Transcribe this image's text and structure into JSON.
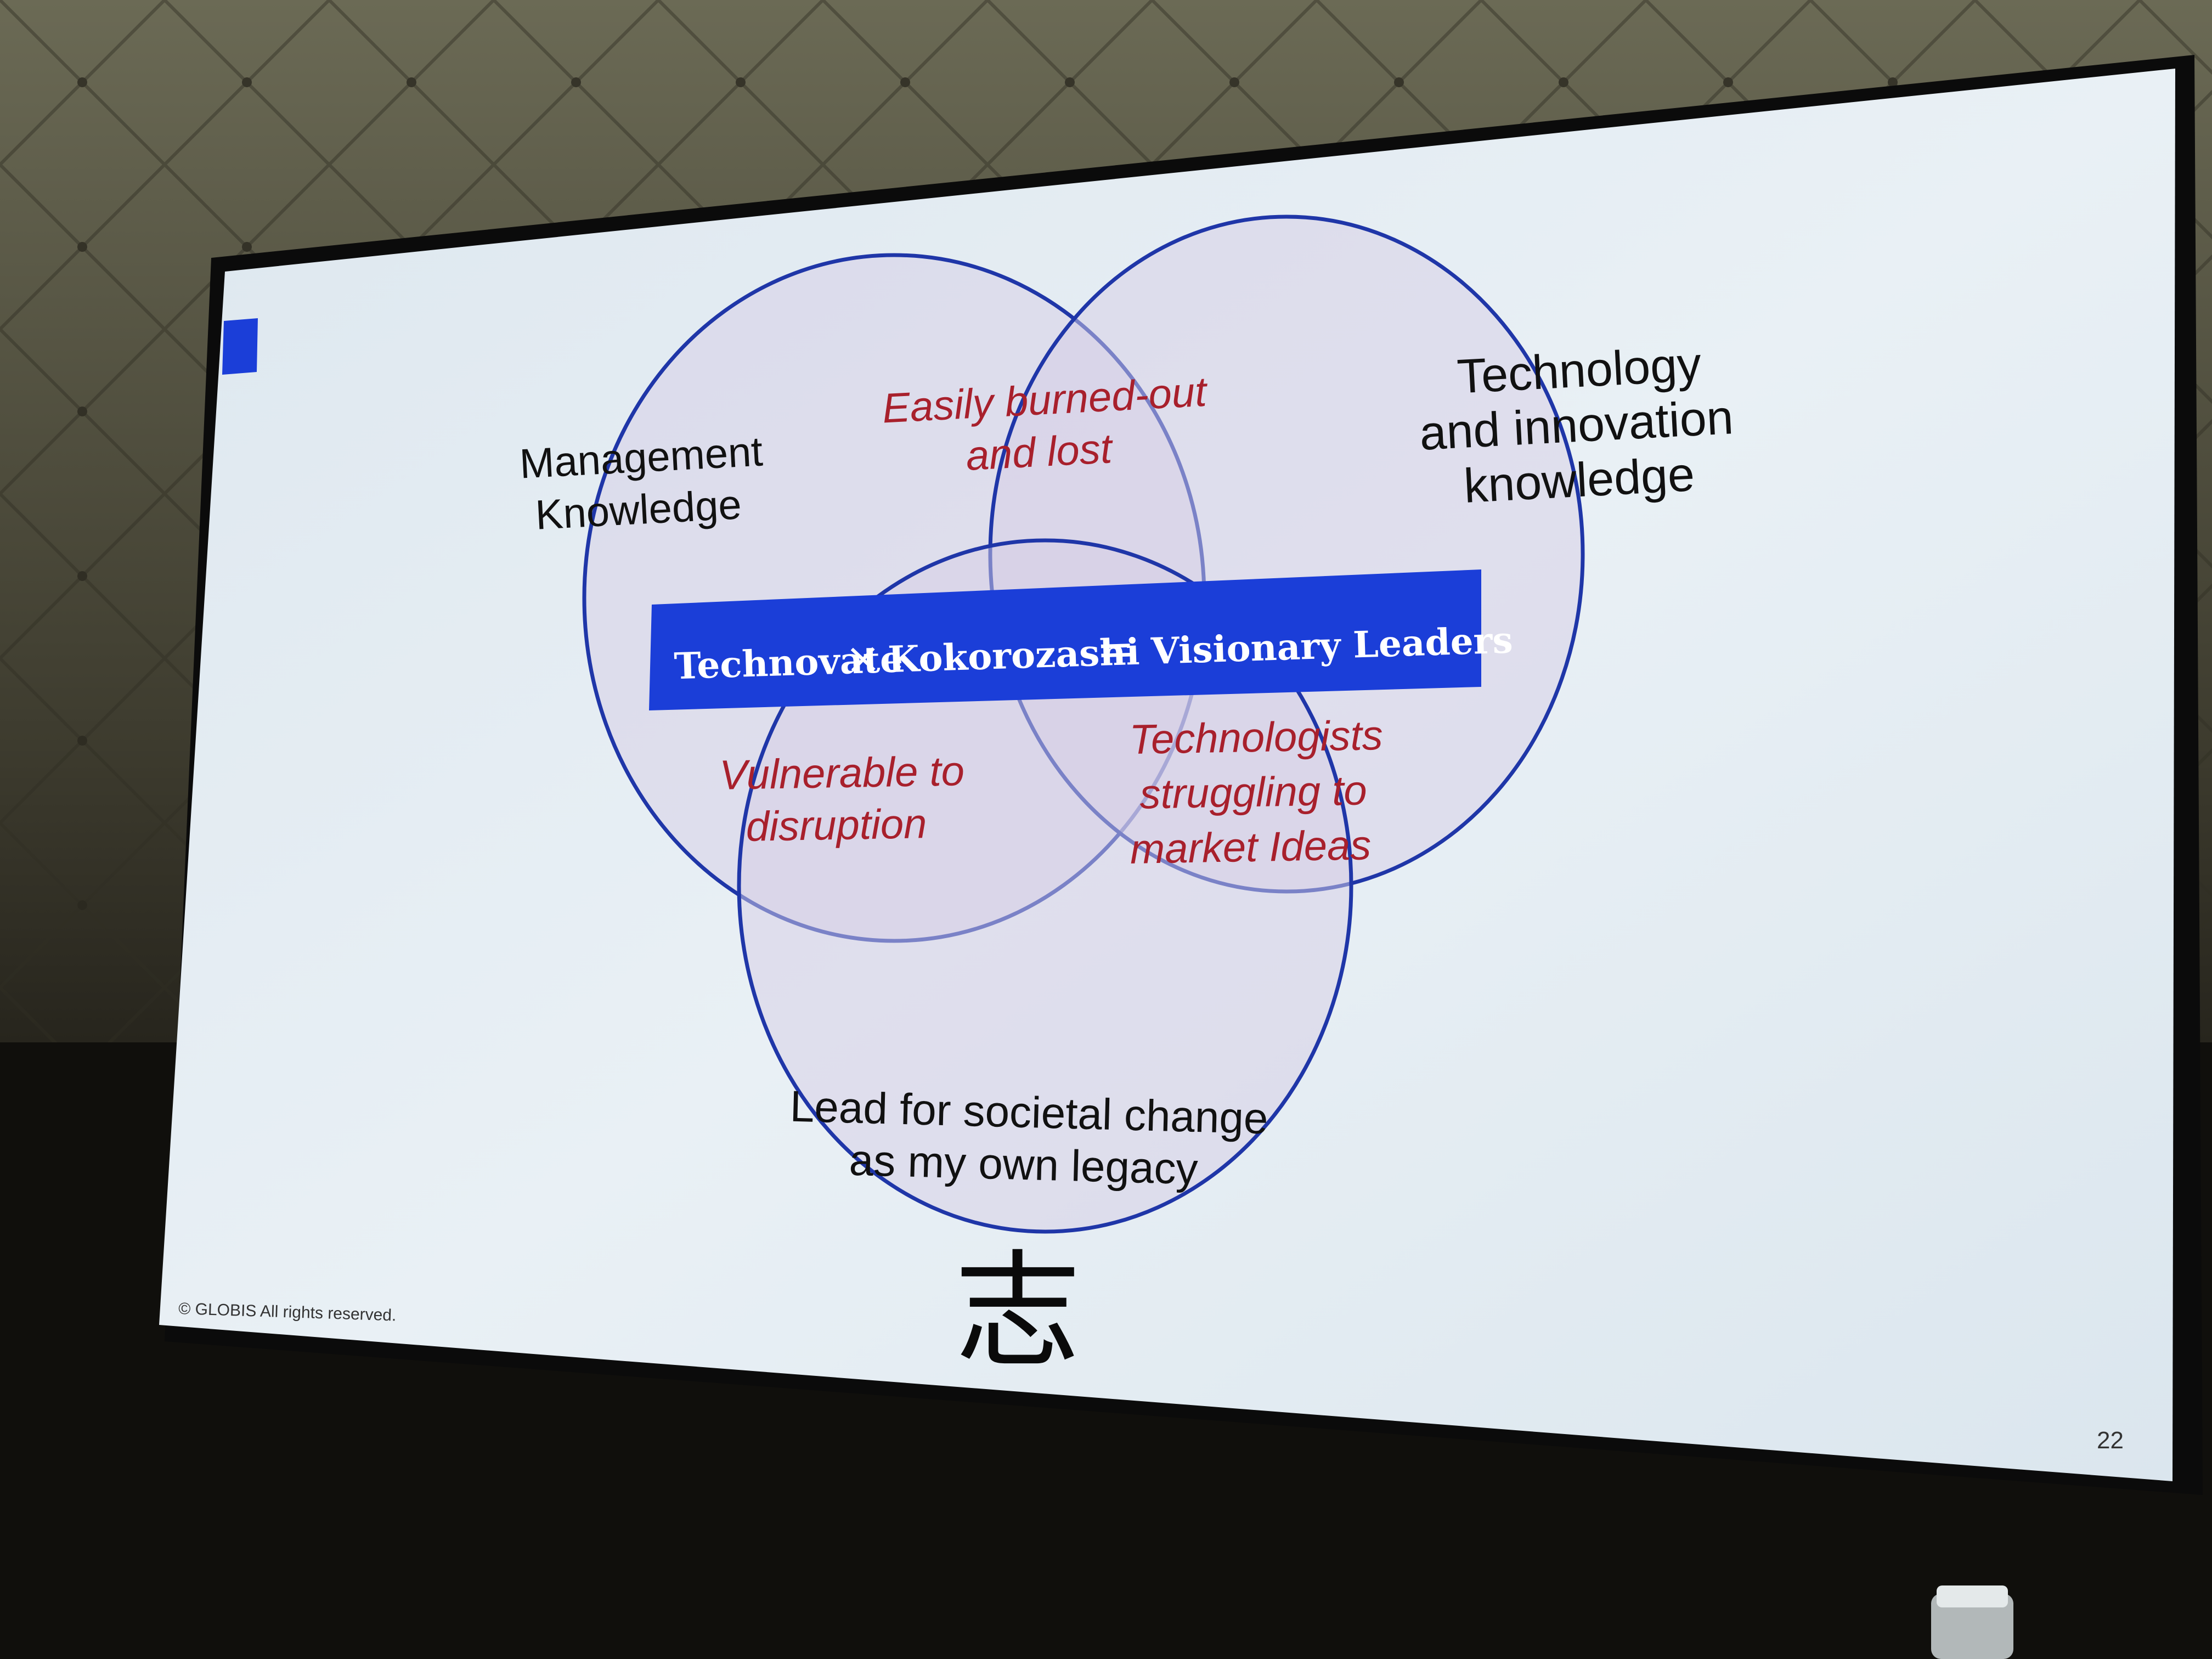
{
  "slide": {
    "circle_labels": {
      "management": [
        "Management",
        "Knowledge"
      ],
      "technology": [
        "Technology",
        "and innovation",
        "knowledge"
      ],
      "societal": [
        "Lead for societal change",
        "as my own legacy"
      ]
    },
    "overlap_labels": {
      "top": [
        "Easily burned-out",
        "and lost"
      ],
      "left": [
        "Vulnerable to",
        "disruption"
      ],
      "right": [
        "Technologists",
        "struggling to",
        "market Ideas"
      ]
    },
    "banner": {
      "term1": "Technovate",
      "operator1": "×",
      "term2": "Kokorozashi",
      "operator2": "=",
      "result": "Visionary Leaders"
    },
    "kanji": "志",
    "copyright": "© GLOBIS All rights reserved.",
    "page_number": "22"
  },
  "colors": {
    "circle_stroke": "#1f36a8",
    "circle_fill": "#d6cde6",
    "banner": "#1b3ed8",
    "overlap_text": "#a8202c",
    "screen": "#e6eef4"
  }
}
